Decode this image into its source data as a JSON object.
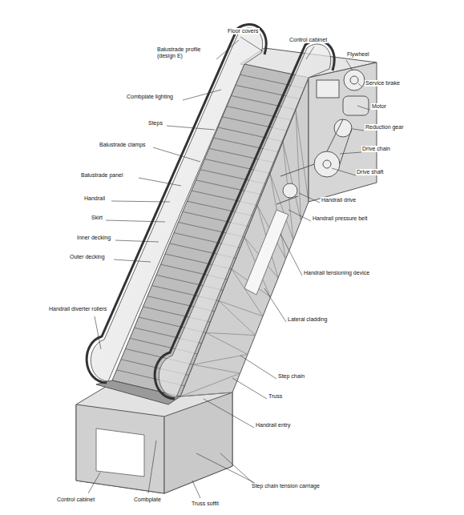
{
  "diagram": {
    "labels": [
      "Floor covers",
      "Control cabinet",
      "Balustrade profile (design E)",
      "Flywheel",
      "Service brake",
      "Motor",
      "Reduction gear",
      "Drive chain",
      "Drive shaft",
      "Combplate lighting",
      "Steps",
      "Balustrade clamps",
      "Balustrade panel",
      "Handrail",
      "Skirt",
      "Inner decking",
      "Outer decking",
      "Handrail drive",
      "Handrail pressure belt",
      "Handrail tensioning device",
      "Handrail diverter rollers",
      "Lateral cladding",
      "Step chain",
      "Truss",
      "Handrail entry",
      "Step chain tension carriage",
      "Control cabinet",
      "Combplate",
      "Truss soffit"
    ]
  }
}
